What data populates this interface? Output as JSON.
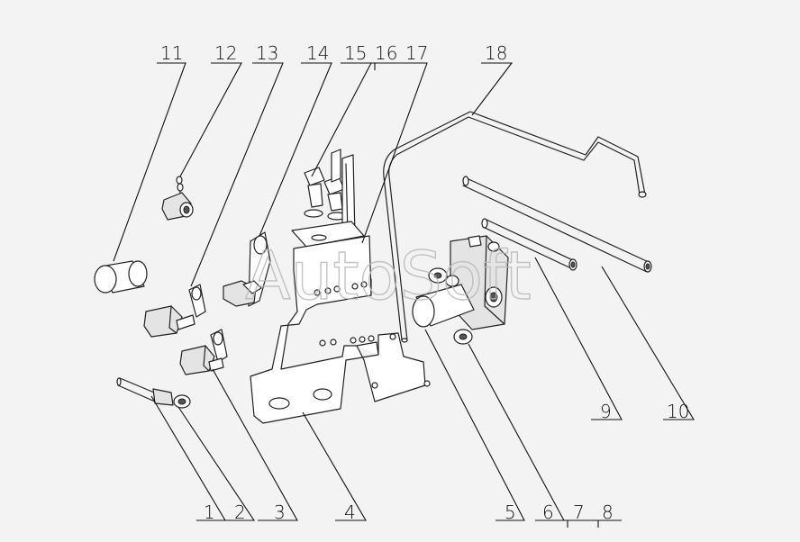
{
  "watermark": "AutoSoft",
  "callouts": [
    {
      "id": "1",
      "label": "1"
    },
    {
      "id": "2",
      "label": "2"
    },
    {
      "id": "3",
      "label": "3"
    },
    {
      "id": "4",
      "label": "4"
    },
    {
      "id": "5",
      "label": "5"
    },
    {
      "id": "6",
      "label": "6"
    },
    {
      "id": "7",
      "label": "7"
    },
    {
      "id": "8",
      "label": "8"
    },
    {
      "id": "9",
      "label": "9"
    },
    {
      "id": "10",
      "label": "10"
    },
    {
      "id": "11",
      "label": "11"
    },
    {
      "id": "12",
      "label": "12"
    },
    {
      "id": "13",
      "label": "13"
    },
    {
      "id": "14",
      "label": "14"
    },
    {
      "id": "15",
      "label": "15"
    },
    {
      "id": "16",
      "label": "16"
    },
    {
      "id": "17",
      "label": "17"
    },
    {
      "id": "18",
      "label": "18"
    }
  ]
}
